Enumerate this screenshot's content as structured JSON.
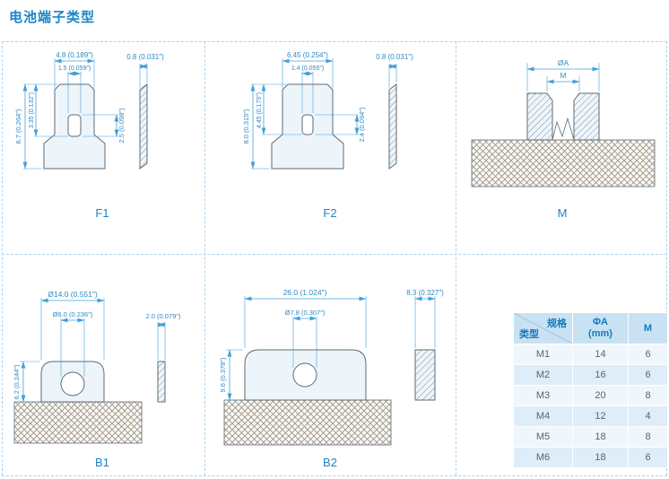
{
  "page": {
    "title": "电池端子类型"
  },
  "colors": {
    "accent": "#1b85c5",
    "dim_line": "#43a0da"
  },
  "panels": {
    "f1": {
      "label": "F1",
      "dim_width": "4.8 (0.189″)",
      "dim_hole_w": "1.5 (0.059″)",
      "dim_thick": "0.8 (0.031″)",
      "dim_height": "6.7 (0.264″)",
      "dim_mid": "3.35 (0.132″)",
      "dim_hole_h": "2.5 (0.098″)"
    },
    "f2": {
      "label": "F2",
      "dim_width": "6.45 (0.254″)",
      "dim_hole_w": "1.4 (0.055″)",
      "dim_thick": "0.8 (0.031″)",
      "dim_height": "8.0 (0.315″)",
      "dim_mid": "4.45 (0.175″)",
      "dim_hole_h": "2.4 (0.094″)"
    },
    "m": {
      "label": "M",
      "dim_outer": "ØA",
      "dim_inner": "M"
    },
    "b1": {
      "label": "B1",
      "dim_outer": "Ø14.0 (0.551″)",
      "dim_hole": "Ø6.0 (0.236″)",
      "dim_thick": "2.0 (0.079″)",
      "dim_height": "6.2 (0.244″)"
    },
    "b2": {
      "label": "B2",
      "dim_width": "26.0 (1.024″)",
      "dim_hole": "Ø7.8 (0.307″)",
      "dim_thick": "8.3 (0.327″)",
      "dim_height": "9.6 (0.378″)"
    }
  },
  "table": {
    "header": {
      "spec": "规格",
      "type": "类型",
      "phiA_line1": "ΦA",
      "phiA_line2": "(mm)",
      "m": "M"
    },
    "rows": [
      {
        "type": "M1",
        "phiA": "14",
        "m": "6"
      },
      {
        "type": "M2",
        "phiA": "16",
        "m": "6"
      },
      {
        "type": "M3",
        "phiA": "20",
        "m": "8"
      },
      {
        "type": "M4",
        "phiA": "12",
        "m": "4"
      },
      {
        "type": "M5",
        "phiA": "18",
        "m": "8"
      },
      {
        "type": "M6",
        "phiA": "18",
        "m": "6"
      }
    ]
  }
}
